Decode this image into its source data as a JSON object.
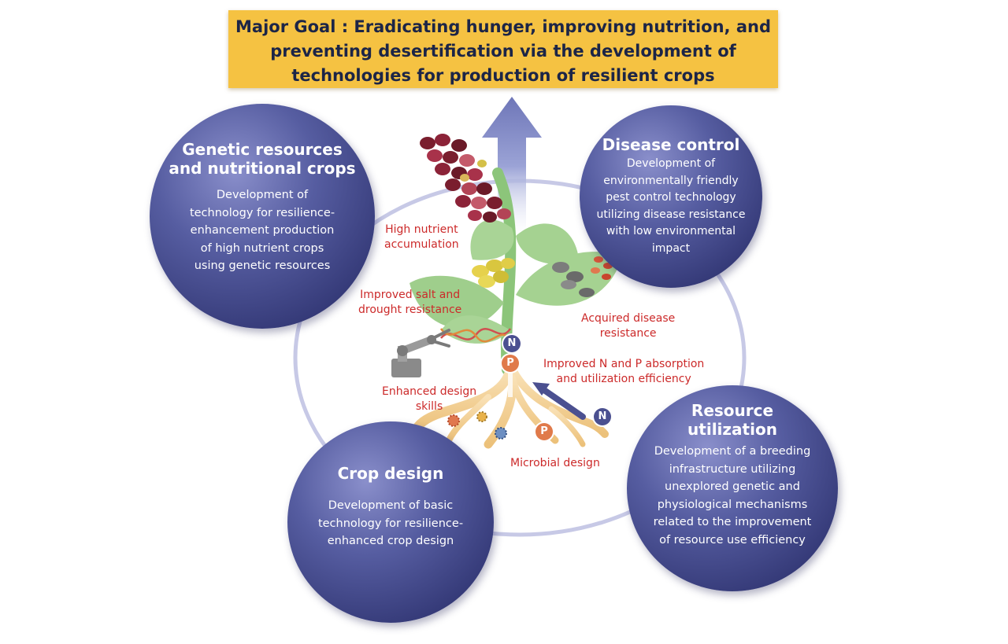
{
  "goal": {
    "line1": "Major Goal : Eradicating hunger, improving nutrition, and",
    "line2": "preventing desertification via the development of",
    "line3": "technologies for production of resilient crops"
  },
  "circles": {
    "genetic": {
      "title1": "Genetic resources",
      "title2": "and nutritional crops",
      "body": [
        "Development of",
        "technology for resilience-",
        "enhancement production",
        "of high nutrient crops",
        "using genetic resources"
      ]
    },
    "disease": {
      "title": "Disease control",
      "body": [
        "Development of",
        "environmentally friendly",
        "pest control technology",
        "utilizing disease resistance",
        "with low environmental",
        "impact"
      ]
    },
    "resource": {
      "title1": "Resource",
      "title2": "utilization",
      "body": [
        "Development of a breeding",
        "infrastructure utilizing",
        "unexplored genetic and",
        "physiological mechanisms",
        "related to the improvement",
        "of resource use efficiency"
      ]
    },
    "crop": {
      "title": "Crop design",
      "body": [
        "Development of basic",
        "technology for resilience-",
        "enhanced crop design"
      ]
    }
  },
  "labels": {
    "nutrient": [
      "High nutrient",
      "accumulation"
    ],
    "salt": [
      "Improved salt and",
      "drought resistance"
    ],
    "disease": [
      "Acquired disease",
      "resistance"
    ],
    "np": [
      "Improved N and P absorption",
      "and utilization efficiency"
    ],
    "design": [
      "Enhanced design",
      "skills"
    ],
    "microbial": "Microbial design"
  },
  "nutrients": {
    "n": "N",
    "p": "P"
  },
  "colors": {
    "goal_bg": "#f5c242",
    "circle": "#3f4587",
    "label_red": "#cc2a2a",
    "leaf_green": "#9fce8c",
    "root": "#f2cf93"
  }
}
